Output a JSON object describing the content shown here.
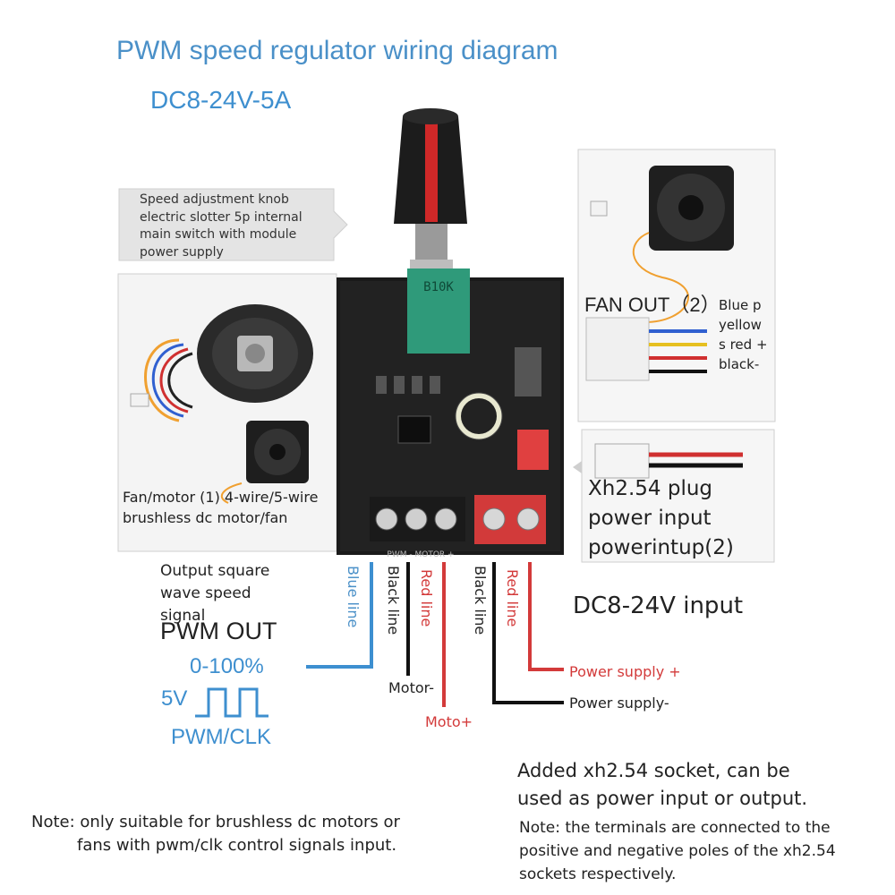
{
  "title": "PWM speed regulator wiring diagram",
  "subtitle": "DC8-24V-5A",
  "callout_knob": "Speed adjustment knob electric slotter 5p internal main switch with module power supply",
  "board": {
    "pot_marking": "B10K",
    "terminal_left_label": "PWM - MOTOR +"
  },
  "fan_out": {
    "title": "FAN OUT（2）",
    "wires": "Blue p yellow s red + black-"
  },
  "xh254": "Xh2.54 plug power input powerintup(2)",
  "fan_motor_label": "Fan/motor (1) 4-wire/5-wire brushless dc motor/fan",
  "output_signal": "Output square wave speed signal",
  "pwm_out": "PWM OUT",
  "pwm_range": "0-100%",
  "pwm_voltage": "5V",
  "pwm_clk": "PWM/CLK",
  "wires": {
    "blue_line": "Blue line",
    "black_line_1": "Black line",
    "red_line_1": "Red line",
    "black_line_2": "Black line",
    "red_line_2": "Red line"
  },
  "dc_input": "DC8-24V input",
  "motor_minus": "Motor-",
  "motor_plus": "Moto+",
  "power_plus": "Power supply +",
  "power_minus": "Power supply-",
  "note_left": "Note: only suitable for brushless dc motors or\nfans with pwm/clk control signals input.",
  "added_socket": "Added xh2.54 socket, can be used as power input or output.",
  "note_right": "Note: the terminals are connected to the positive and negative poles of the xh2.54 sockets respectively.",
  "colors": {
    "accent": "#4a90c8",
    "red": "#d33a3a",
    "blue_wire": "#3d8fd0",
    "black_wire": "#111111"
  }
}
